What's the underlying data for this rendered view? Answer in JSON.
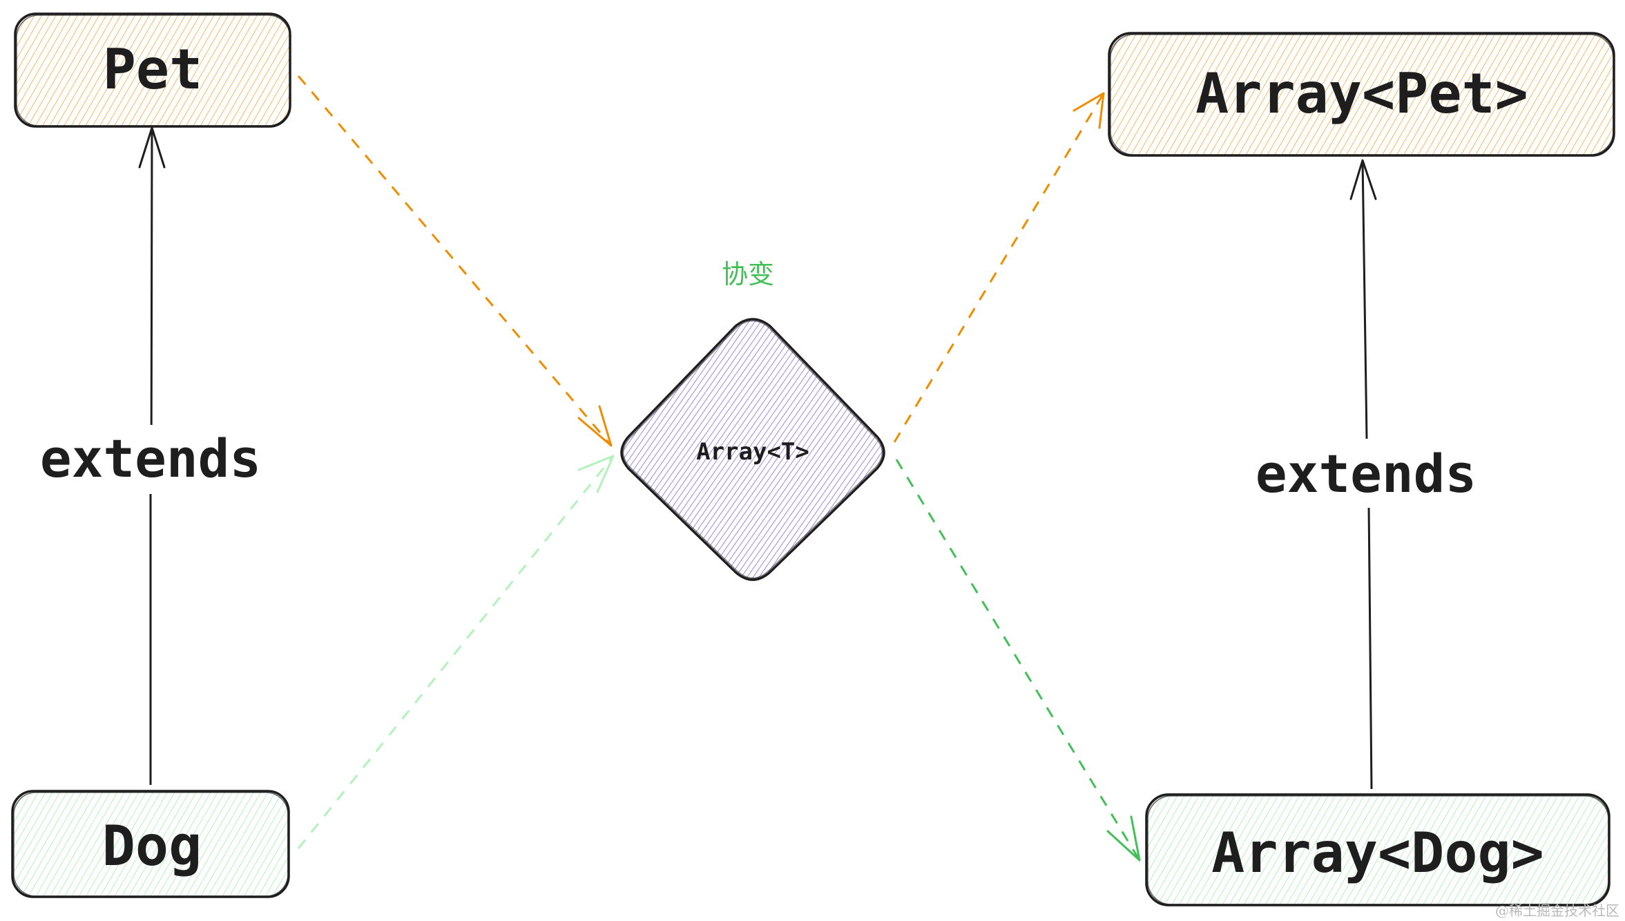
{
  "diagram": {
    "title_label": "协变",
    "colors": {
      "orange_fill": "#f08c00",
      "green_fill": "#69db7c",
      "green_line": "#40c057",
      "green_line_light": "#b2f2bb",
      "purple_fill": "#6741d9",
      "stroke": "#1e1e1e",
      "label_green": "#40c057"
    },
    "nodes": {
      "pet": {
        "label": "Pet",
        "color": "orange"
      },
      "dog": {
        "label": "Dog",
        "color": "green"
      },
      "array_t": {
        "label": "Array<T>",
        "color": "purple",
        "shape": "diamond"
      },
      "array_pet": {
        "label": "Array<Pet>",
        "color": "orange"
      },
      "array_dog": {
        "label": "Array<Dog>",
        "color": "green"
      }
    },
    "edges": [
      {
        "from": "dog",
        "to": "pet",
        "label": "extends",
        "style": "solid"
      },
      {
        "from": "array_dog",
        "to": "array_pet",
        "label": "extends",
        "style": "solid"
      },
      {
        "from": "pet",
        "to": "array_t",
        "style": "dashed",
        "color": "orange"
      },
      {
        "from": "dog",
        "to": "array_t",
        "style": "dashed",
        "color": "green"
      },
      {
        "from": "array_t",
        "to": "array_pet",
        "style": "dashed",
        "color": "orange"
      },
      {
        "from": "array_t",
        "to": "array_dog",
        "style": "dashed",
        "color": "green"
      }
    ],
    "edge_labels": {
      "left_extends": "extends",
      "right_extends": "extends"
    }
  },
  "watermark": "@稀土掘金技术社区"
}
